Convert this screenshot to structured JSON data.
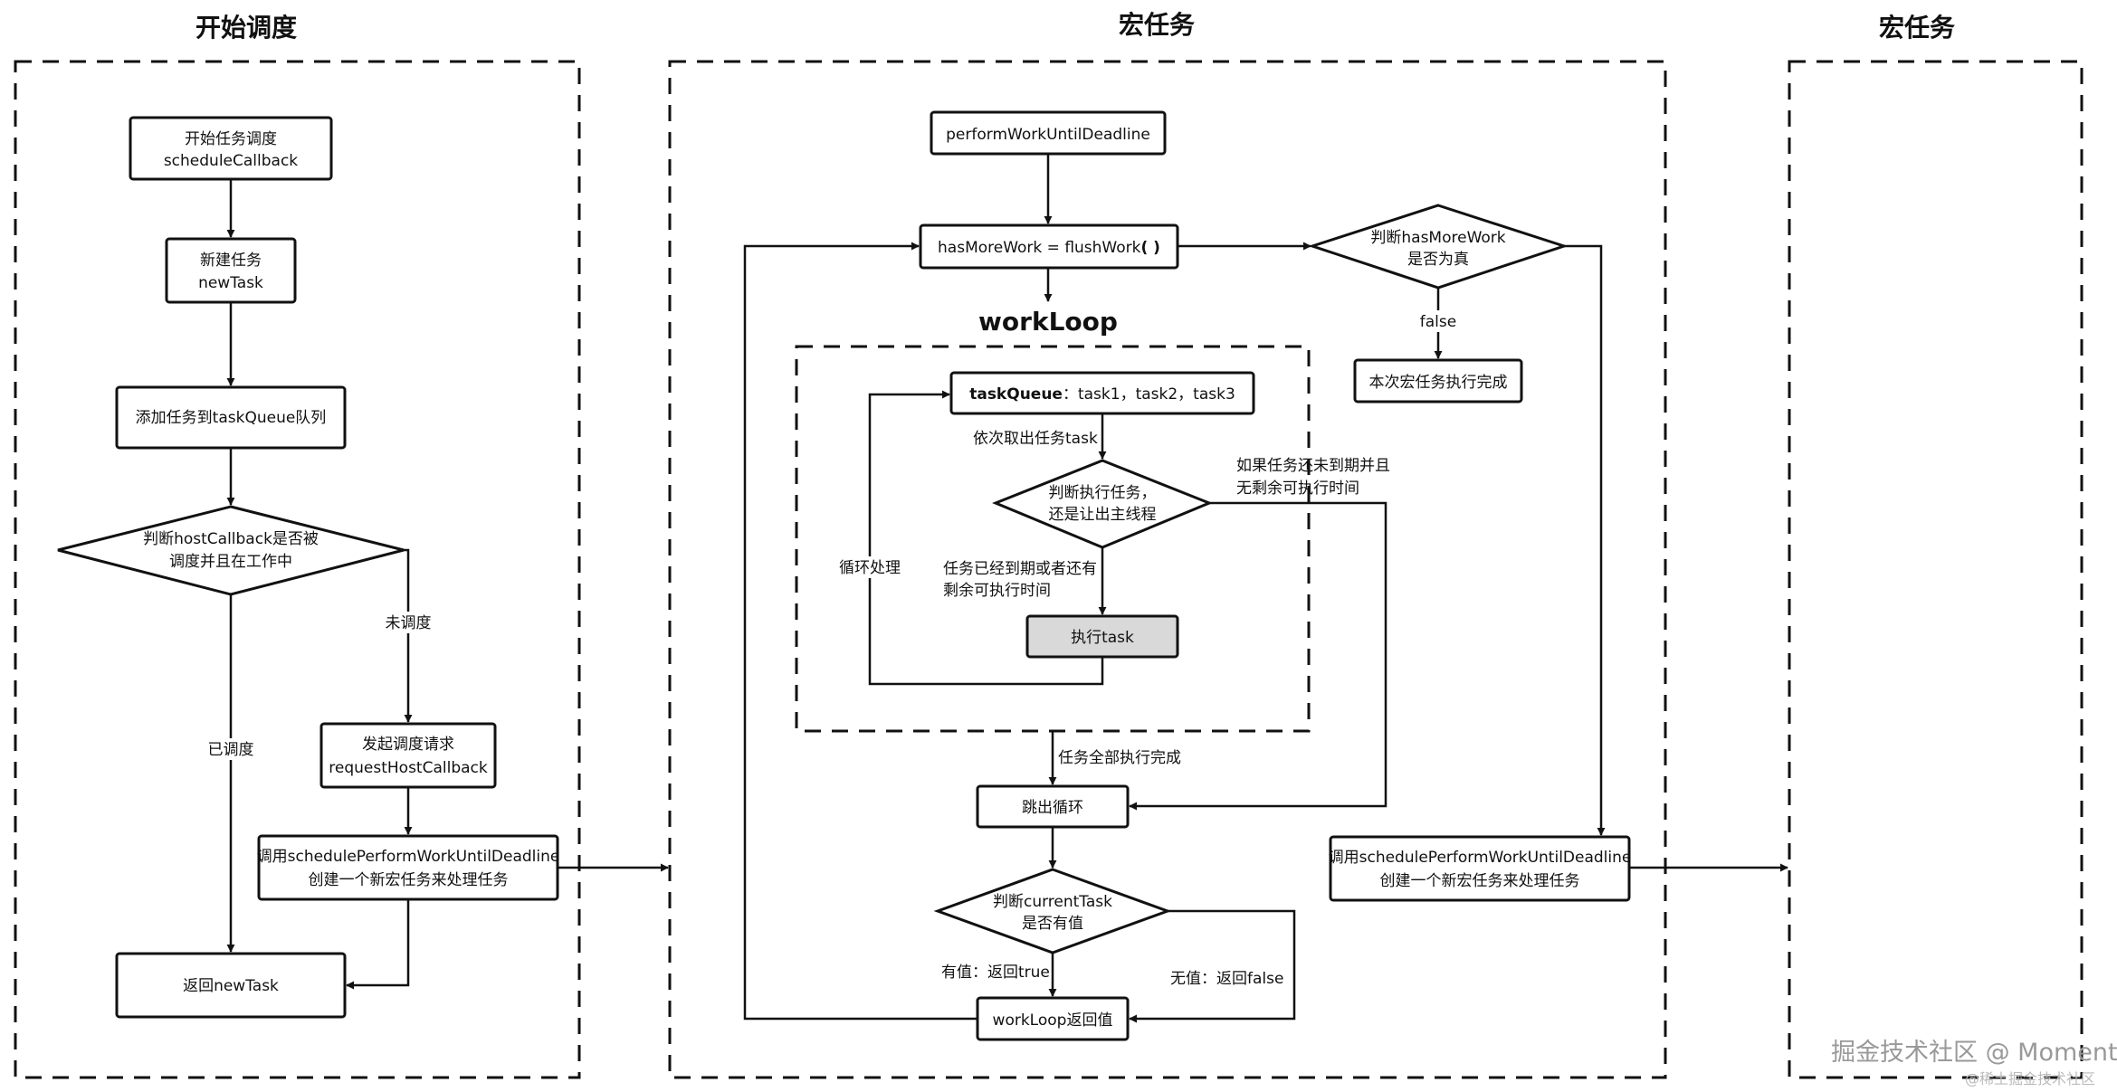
{
  "panels": {
    "left_title": "开始调度",
    "middle_title": "宏任务",
    "right_title": "宏任务"
  },
  "left": {
    "start": [
      "开始任务调度",
      "scheduleCallback"
    ],
    "new_task": [
      "新建任务",
      "newTask"
    ],
    "add_queue": "添加任务到taskQueue队列",
    "check_callback": [
      "判断hostCallback是否被",
      "调度并且在工作中"
    ],
    "label_not_scheduled": "未调度",
    "label_scheduled": "已调度",
    "request": [
      "发起调度请求",
      "requestHostCallback"
    ],
    "schedule_perform": [
      "调用schedulePerformWorkUntilDeadline",
      "创建一个新宏任务来处理任务"
    ],
    "return_task": "返回newTask"
  },
  "middle": {
    "perform": "performWorkUntilDeadline",
    "flush_prefix": "hasMoreWork = flushWork",
    "flush_parens": "( )",
    "check_more": [
      "判断hasMoreWork",
      "是否为真"
    ],
    "label_false": "false",
    "done": "本次宏任务执行完成",
    "workloop_title": "workLoop",
    "queue_bold": "taskQueue",
    "queue_rest": "：task1，task2，task3",
    "label_take": "依次取出任务task",
    "check_exec": [
      "判断执行任务，",
      "还是让出主线程"
    ],
    "label_expired": [
      "任务已经到期或者还有",
      "剩余可执行时间"
    ],
    "label_not_expired": [
      "如果任务还未到期并且",
      "无剩余可执行时间"
    ],
    "label_loop": "循环处理",
    "exec_task": "执行task",
    "label_all_done": "任务全部执行完成",
    "break_loop": "跳出循环",
    "check_current": [
      "判断currentTask",
      "是否有值"
    ],
    "label_true": "有值：返回true",
    "label_null": "无值：返回false",
    "return_value": "workLoop返回值",
    "schedule_perform": [
      "调用schedulePerformWorkUntilDeadline",
      "创建一个新宏任务来处理任务"
    ]
  },
  "watermark": {
    "main": "掘金技术社区 @ Moment",
    "sub": "@稀土掘金技术社区"
  },
  "colors": {
    "line": "#111111",
    "exec_fill": "#d9d9d9",
    "watermark": "#999999"
  }
}
